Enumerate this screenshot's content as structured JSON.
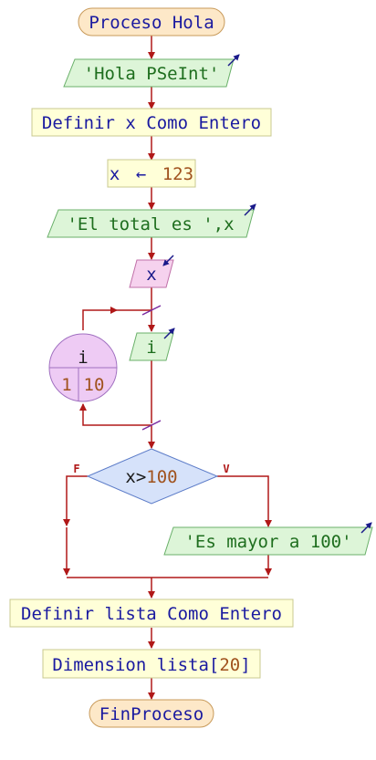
{
  "flowchart": {
    "start": {
      "text": "Proceso Hola"
    },
    "write_1": {
      "text": "'Hola PSeInt'"
    },
    "define_x": {
      "text": "Definir x Como Entero"
    },
    "assign_x": {
      "var": "x",
      "arrow": "←",
      "value": "123"
    },
    "write_2": {
      "text": "'El total es ',x"
    },
    "read_x": {
      "text": "x"
    },
    "loop": {
      "var": "i",
      "start": "1",
      "end": "10"
    },
    "write_i": {
      "text": "i"
    },
    "decision": {
      "var": "x",
      "op": ">",
      "value": "100",
      "false_label": "F",
      "true_label": "V"
    },
    "write_3": {
      "text": "'Es mayor a 100'"
    },
    "define_lista": {
      "text": "Definir lista Como Entero"
    },
    "dimension": {
      "prefix": "Dimension lista[",
      "size": "20",
      "suffix": "]"
    },
    "end": {
      "text": "FinProceso"
    }
  },
  "colors": {
    "edge": "#b01818",
    "terminal_fill": "#fde8c8",
    "io_fill": "#ddf5d8",
    "io_text": "#1e6e1e",
    "process_fill": "#ffffd8",
    "process_text": "#1a1aa0",
    "number_text": "#a0521e",
    "read_fill": "#f6d2ee",
    "loop_fill": "#eecbf4",
    "decision_fill": "#d6e2fa",
    "decision_border": "#5c7cc8",
    "io_arrow": "#1a1a8a"
  }
}
